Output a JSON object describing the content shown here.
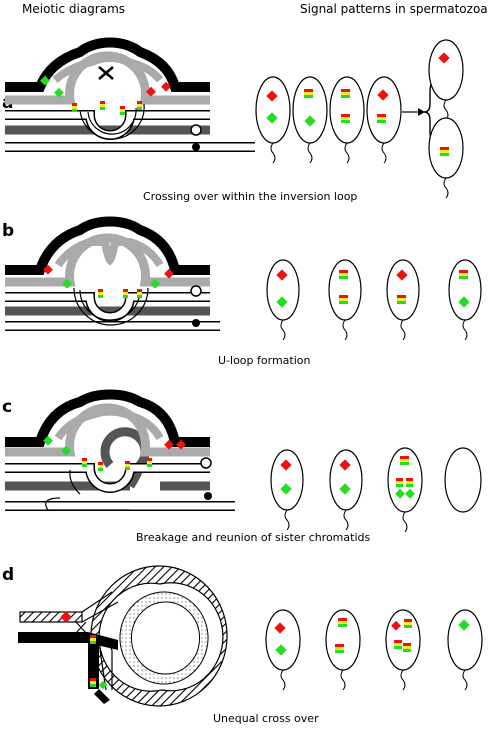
{
  "headers": {
    "left": "Meiotic diagrams",
    "right": "Signal patterns in spermatozoa"
  },
  "panels": [
    {
      "letter": "a",
      "caption": "Crossing over within the inversion loop"
    },
    {
      "letter": "b",
      "caption": "U-loop formation"
    },
    {
      "letter": "c",
      "caption": "Breakage and reunion of sister chromatids"
    },
    {
      "letter": "d",
      "caption": "Unequal cross over"
    }
  ],
  "colors": {
    "red_signal": "#ee1111",
    "green_signal": "#22dd22",
    "yellow_signal": "#eeee22",
    "black": "#000000",
    "light_gray": "#aaaaaa",
    "dark_gray": "#555555",
    "white": "#ffffff"
  }
}
